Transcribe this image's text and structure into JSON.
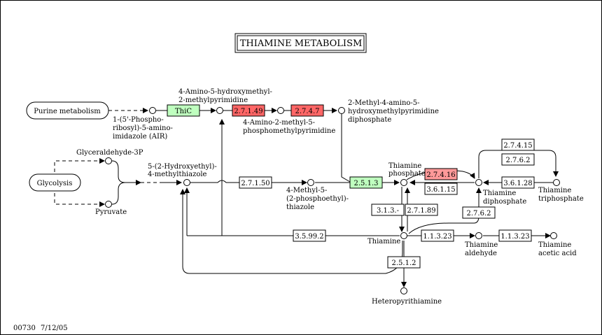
{
  "title": "THIAMINE METABOLISM",
  "footer": {
    "map_id": "00730",
    "date": "7/12/05"
  },
  "colors": {
    "green": "#bfffbf",
    "red": "#ff6666",
    "pink": "#ff9999",
    "white": "#ffffff"
  },
  "maps": {
    "purine": "Purine metabolism",
    "glycolysis": "Glycolysis"
  },
  "enzymes": {
    "thic": "ThiC",
    "e2714_9": "2.7.1.49",
    "e2747": "2.7.4.7",
    "e27150": "2.7.1.50",
    "e2513": "2.5.1.3",
    "e27416": "2.7.4.16",
    "e36115": "3.6.1.15",
    "e36128": "3.6.1.28",
    "e27415": "2.7.4.15",
    "e2762a": "2.7.6.2",
    "e2762b": "2.7.6.2",
    "e313": "3.1.3.-",
    "e27189": "2.7.1.89",
    "e35992": "3.5.99.2",
    "e11323a": "1.1.3.23",
    "e11323b": "1.1.3.23",
    "e2512": "2.5.1.2"
  },
  "compounds": {
    "air_1": "1-(5'-Phospho-",
    "air_2": "ribosyl)-5-amino-",
    "air_3": "imidazole (AIR)",
    "hmp_1": "4-Amino-5-hydroxymethyl-",
    "hmp_2": "2-methylpyrimidine",
    "hmpp_1": "4-Amino-2-methyl-5-",
    "hmpp_2": "phosphomethylpyrimidine",
    "hmppp_1": "2-Methyl-4-amino-5-",
    "hmppp_2": "hydroxymethylpyrimidine",
    "hmppp_3": "diphosphate",
    "g3p": "Glyceraldehyde-3P",
    "pyruvate": "Pyruvate",
    "thz_1": "5-(2-Hydroxyethyl)-",
    "thz_2": "4-methylthiazole",
    "thzp_1": "4-Methyl-5-",
    "thzp_2": "(2-phosphoethyl)-",
    "thzp_3": "thiazole",
    "tmp_1": "Thiamine",
    "tmp_2": "phosphate",
    "tdp_1": "Thiamine",
    "tdp_2": "diphosphate",
    "ttp_1": "Thiamine",
    "ttp_2": "triphosphate",
    "thiamine": "Thiamine",
    "tald_1": "Thiamine",
    "tald_2": "aldehyde",
    "tacid_1": "Thiamine",
    "tacid_2": "acetic acid",
    "hetero": "Heteropyrithiamine"
  }
}
